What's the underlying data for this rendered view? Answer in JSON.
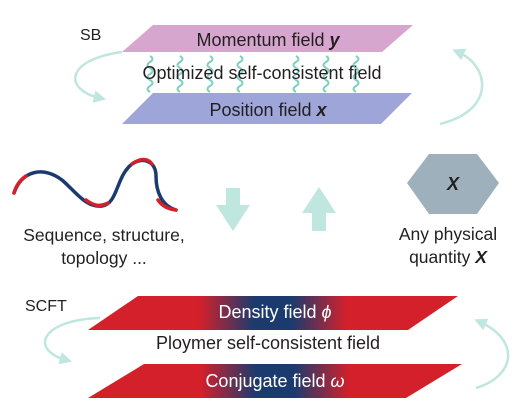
{
  "sb": {
    "tag": "SB",
    "top_plane": {
      "label": "Momentum field ",
      "symbol": "y"
    },
    "middle_label": "Optimized self-consistent field",
    "bottom_plane": {
      "label": "Position field ",
      "symbol": "x"
    },
    "colors": {
      "top": "#d6a6cf",
      "bottom": "#9ea5d8",
      "arrows": "#bfe6df"
    }
  },
  "left_block": {
    "line1": "Sequence, structure,",
    "line2": "topology ..."
  },
  "right_block": {
    "hex_symbol": "X",
    "line1": "Any physical",
    "line2_text": "quantity ",
    "line2_symbol": "X",
    "hex_color": "#9fb0bd"
  },
  "scft": {
    "tag": "SCFT",
    "top_plane": {
      "label": "Density field ",
      "symbol": "ϕ"
    },
    "middle_label": "Ploymer self-consistent field",
    "bottom_plane": {
      "label": "Conjugate field ",
      "symbol": "ω"
    },
    "colors": {
      "outer": "#d4202a",
      "inner": "#1b3b6e"
    }
  }
}
